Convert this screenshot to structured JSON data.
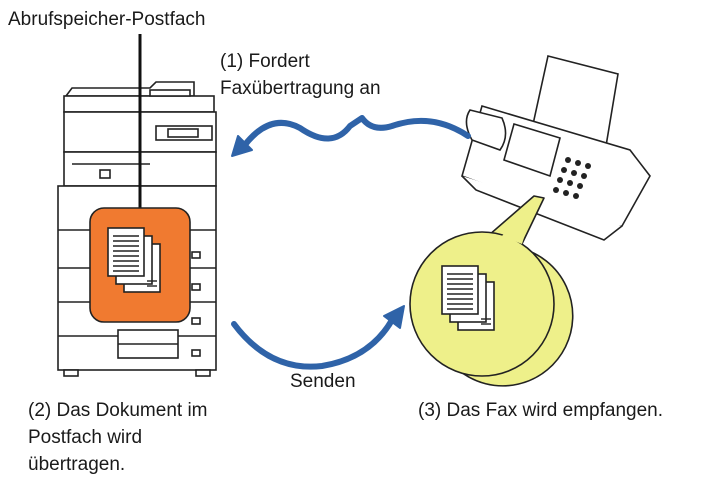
{
  "labels": {
    "mailbox": "Abrufspeicher-Postfach",
    "request_line1": "(1) Fordert",
    "request_line2": "Faxübertragung an",
    "send": "Senden",
    "transfer_line1": "(2) Das Dokument im",
    "transfer_line2": "Postfach wird",
    "transfer_line3": "übertragen.",
    "received": "(3) Das Fax wird empfangen."
  },
  "colors": {
    "arrow": "#2f63a8",
    "mailbox_fill": "#f07a30",
    "received_circle": "#eef08a",
    "outline": "#222222"
  }
}
